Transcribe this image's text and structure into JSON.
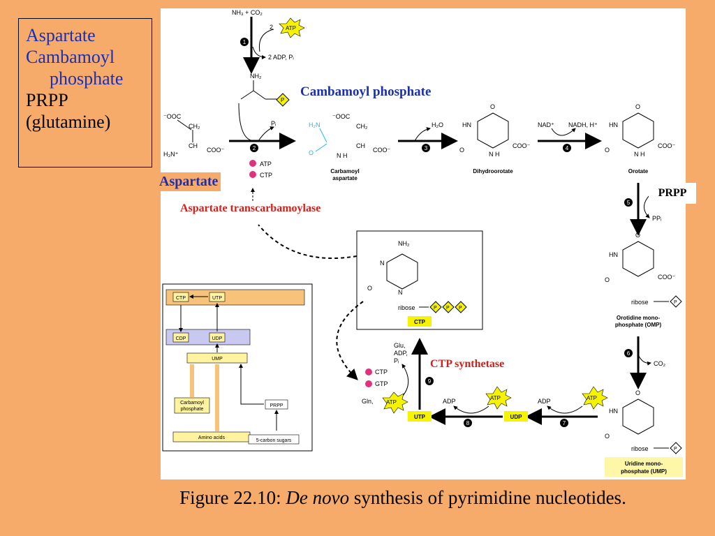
{
  "legend": {
    "line1": "Aspartate",
    "line2": "Cambamoyl",
    "line3": "phosphate",
    "line4": "PRPP",
    "line5": "(glutamine)"
  },
  "annotations": {
    "carbamoyl_phosphate": "Cambamoyl phosphate",
    "aspartate": "Aspartate",
    "aspartate_transcarbamoylase": "Aspartate transcarbamoylase",
    "prpp": "PRPP",
    "ctp_synthetase": "CTP synthetase"
  },
  "pathway": {
    "top_reactants": "NH₃ + CO₂",
    "step1_in": "2",
    "atp": "ATP",
    "step1_out": "2 ADP, Pᵢ",
    "nh2": "NH₂",
    "p": "P",
    "pi": "Pᵢ",
    "h2o": "H₂O",
    "nad": "NAD⁺",
    "nadh": "NADH, H⁺",
    "activator_atp": "ATP",
    "inhibitor_ctp": "CTP",
    "carbamoyl_aspartate_1": "Carbamoyl",
    "carbamoyl_aspartate_2": "aspartate",
    "dihydroorotate": "Dihydroorotate",
    "orotate": "Orotate",
    "ppi": "PPᵢ",
    "omp_1": "Orotidine mono-",
    "omp_2": "phosphate (OMP)",
    "co2": "CO₂",
    "ump_1": "Uridine mono-",
    "ump_2": "phosphate (UMP)",
    "adp": "ADP",
    "udp": "UDP",
    "utp": "UTP",
    "ctp": "CTP",
    "gln": "Gln,",
    "gtp": "GTP",
    "glu_1": "Glu,",
    "glu_2": "ADP,",
    "glu_3": "Pᵢ",
    "ribose": "ribose",
    "steps": [
      "1",
      "2",
      "3",
      "4",
      "5",
      "6",
      "7",
      "8",
      "9"
    ]
  },
  "inset": {
    "ctp": "CTP",
    "utp": "UTP",
    "cdp": "CDP",
    "udp": "UDP",
    "ump": "UMP",
    "carbamoyl_1": "Carbamoyl",
    "carbamoyl_2": "phosphate",
    "prpp": "PRPP",
    "amino_acids": "Amino acids",
    "sugars": "5-carbon sugars"
  },
  "caption": {
    "prefix": "Figure 22.10: ",
    "italic": "De novo",
    "suffix": " synthesis of pyrimidine nucleotides."
  },
  "colors": {
    "background": "#f7ab6b",
    "annotation_blue": "#1b2fb0",
    "annotation_red": "#d3201a",
    "atp_yellow": "#f5f300",
    "cyan_group": "#22b8d8",
    "inset_yellow": "#fff3a0",
    "inset_orange": "#f7c27a",
    "inset_lavender": "#c9c8f0"
  }
}
